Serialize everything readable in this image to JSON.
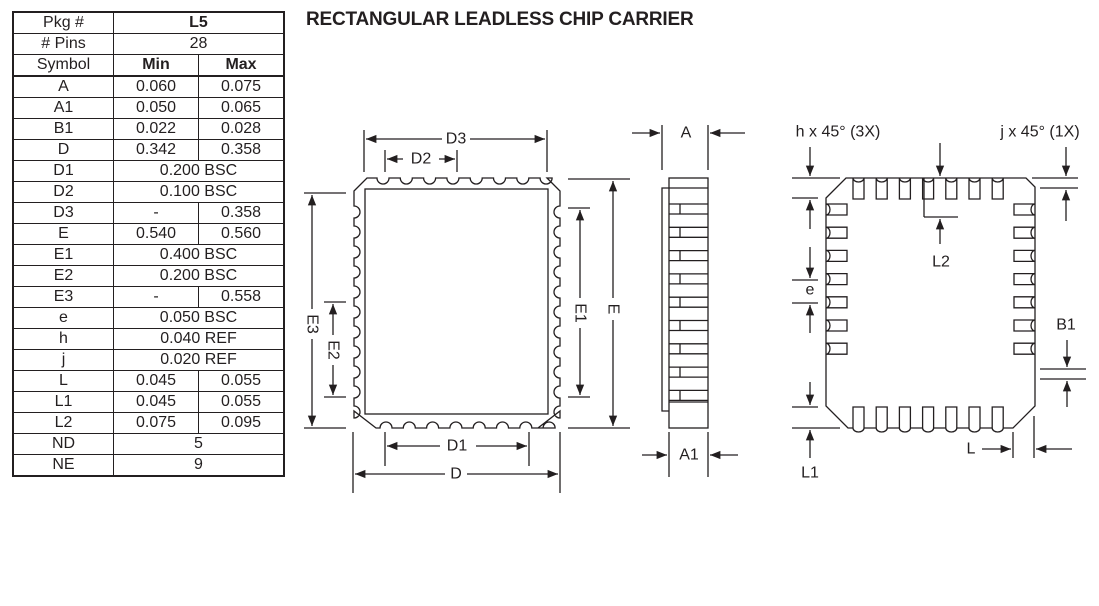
{
  "title": "RECTANGULAR LEADLESS CHIP CARRIER",
  "table": {
    "pkg_label": "Pkg #",
    "pkg_value": "L5",
    "pins_label": "# Pins",
    "pins_value": "28",
    "symbol_header": "Symbol",
    "min_header": "Min",
    "max_header": "Max",
    "rows": [
      {
        "symbol": "A",
        "min": "0.060",
        "max": "0.075"
      },
      {
        "symbol": "A1",
        "min": "0.050",
        "max": "0.065"
      },
      {
        "symbol": "B1",
        "min": "0.022",
        "max": "0.028"
      },
      {
        "symbol": "D",
        "min": "0.342",
        "max": "0.358"
      },
      {
        "symbol": "D1",
        "span": "0.200 BSC"
      },
      {
        "symbol": "D2",
        "span": "0.100 BSC"
      },
      {
        "symbol": "D3",
        "min": "-",
        "max": "0.358"
      },
      {
        "symbol": "E",
        "min": "0.540",
        "max": "0.560"
      },
      {
        "symbol": "E1",
        "span": "0.400 BSC"
      },
      {
        "symbol": "E2",
        "span": "0.200 BSC"
      },
      {
        "symbol": "E3",
        "min": "-",
        "max": "0.558"
      },
      {
        "symbol": "e",
        "span": "0.050 BSC"
      },
      {
        "symbol": "h",
        "span": "0.040 REF"
      },
      {
        "symbol": "j",
        "span": "0.020 REF"
      },
      {
        "symbol": "L",
        "min": "0.045",
        "max": "0.055"
      },
      {
        "symbol": "L1",
        "min": "0.045",
        "max": "0.055"
      },
      {
        "symbol": "L2",
        "min": "0.075",
        "max": "0.095"
      },
      {
        "symbol": "ND",
        "span": "5"
      },
      {
        "symbol": "NE",
        "span": "9"
      }
    ]
  },
  "labels": {
    "top_view": {
      "D3": "D3",
      "D2": "D2",
      "D1": "D1",
      "D": "D",
      "E": "E",
      "E1": "E1",
      "E2": "E2",
      "E3": "E3"
    },
    "side_view": {
      "A": "A",
      "A1": "A1"
    },
    "bottom_view": {
      "h_note": "h x 45° (3X)",
      "j_note": "j x 45° (1X)",
      "L2": "L2",
      "e": "e",
      "B1": "B1",
      "L1": "L1",
      "L": "L"
    }
  }
}
